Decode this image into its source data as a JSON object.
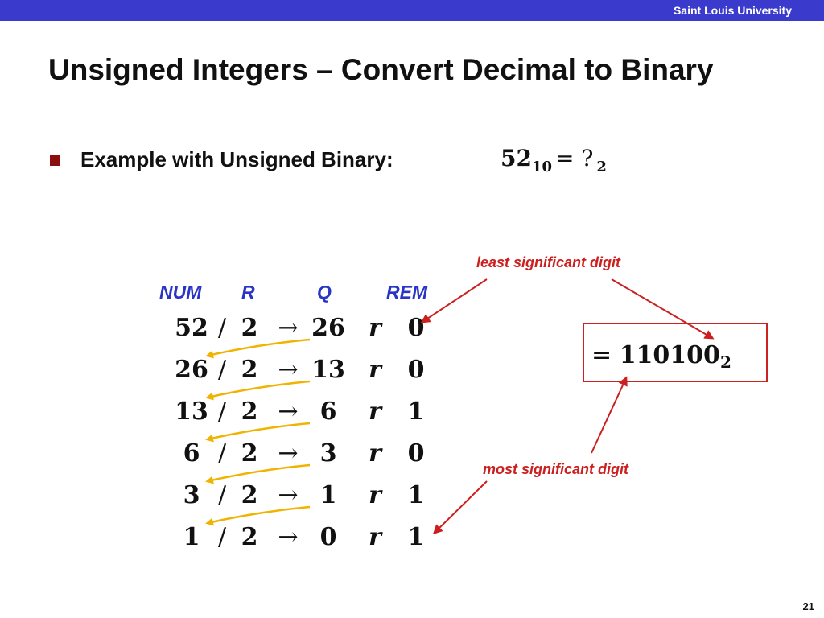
{
  "header": {
    "university": "Saint Louis University"
  },
  "slide": {
    "title": "Unsigned Integers – Convert Decimal to Binary",
    "page_number": "21"
  },
  "example": {
    "label": "Example with Unsigned Binary:",
    "equation": {
      "number": "52",
      "from_base": "10",
      "equals": "= ?",
      "to_base": "2"
    }
  },
  "columns": {
    "num": "NUM",
    "r": "R",
    "q": "Q",
    "rem": "REM"
  },
  "rows": [
    {
      "num": "52",
      "div": "/",
      "r": "2",
      "arrow": "→",
      "q": "26",
      "rlabel": "r",
      "rem": "0"
    },
    {
      "num": "26",
      "div": "/",
      "r": "2",
      "arrow": "→",
      "q": "13",
      "rlabel": "r",
      "rem": "0"
    },
    {
      "num": "13",
      "div": "/",
      "r": "2",
      "arrow": "→",
      "q": "6",
      "rlabel": "r",
      "rem": "1"
    },
    {
      "num": "6",
      "div": "/",
      "r": "2",
      "arrow": "→",
      "q": "3",
      "rlabel": "r",
      "rem": "0"
    },
    {
      "num": "3",
      "div": "/",
      "r": "2",
      "arrow": "→",
      "q": "1",
      "rlabel": "r",
      "rem": "1"
    },
    {
      "num": "1",
      "div": "/",
      "r": "2",
      "arrow": "→",
      "q": "0",
      "rlabel": "r",
      "rem": "1"
    }
  ],
  "result": {
    "equals": "=",
    "digits": "110100",
    "base": "2"
  },
  "annotations": {
    "lsd": "least significant digit",
    "msd": "most significant digit"
  },
  "colors": {
    "header_bar": "#3a3acc",
    "column_heads": "#2a35c8",
    "annotation_red": "#cc1f1f",
    "carry_arrow_yellow": "#f0b400",
    "bullet": "#8b0d0d"
  }
}
